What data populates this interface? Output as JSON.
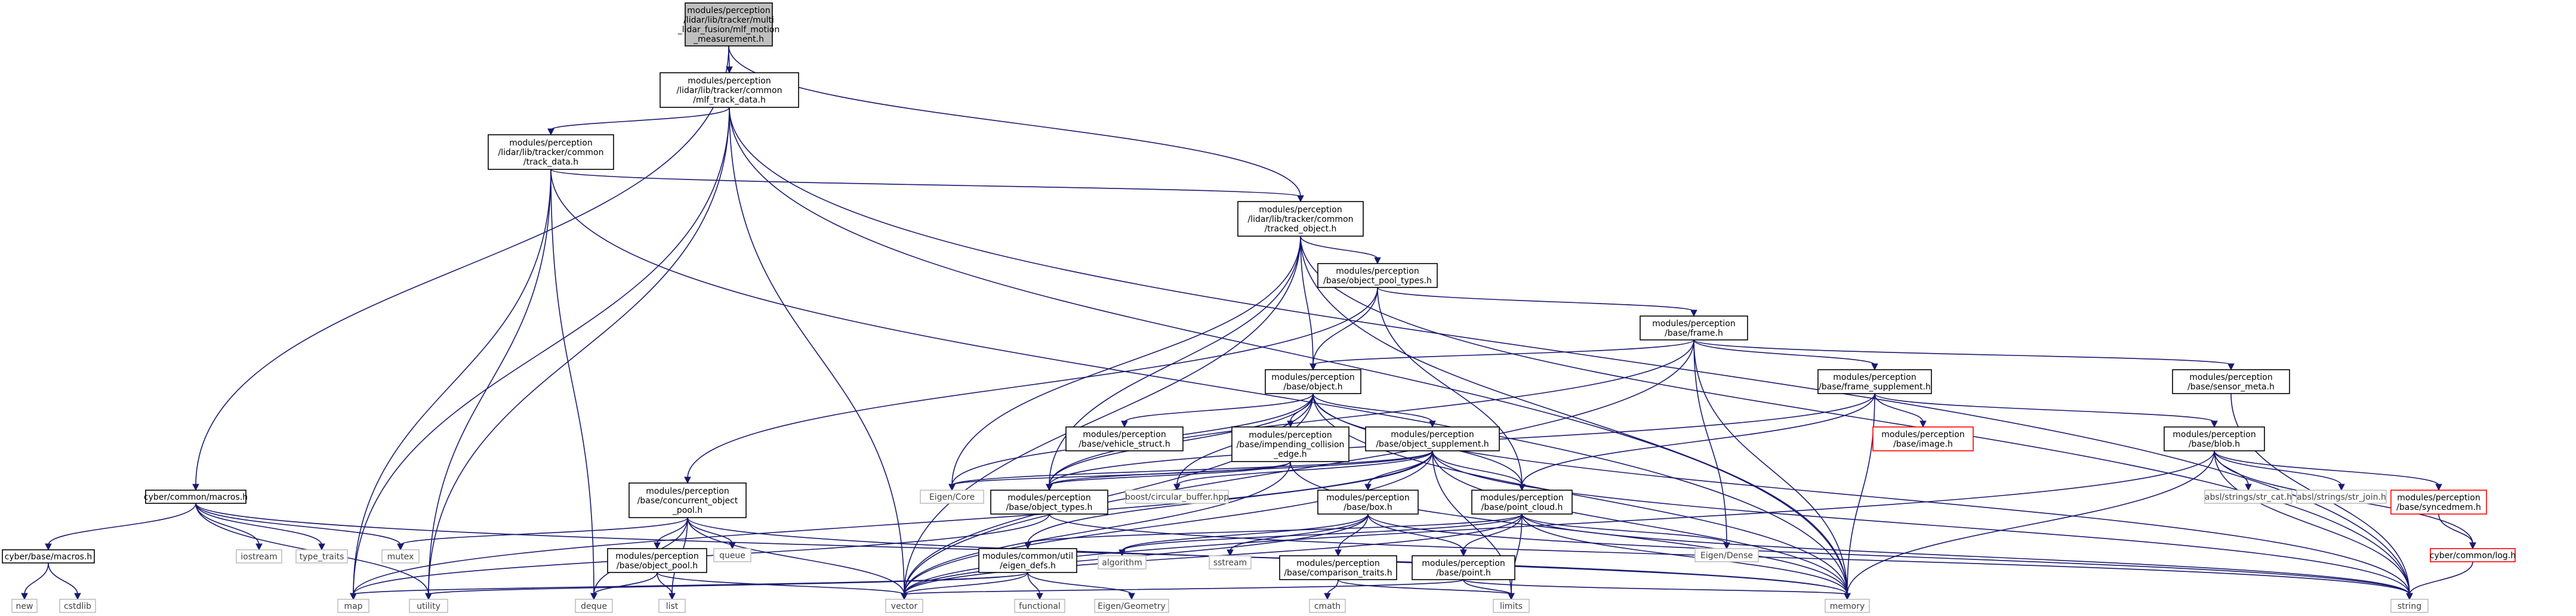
{
  "colors": {
    "edge": "#191970",
    "node_border": "#000000",
    "leaf_border": "#bfbfbf",
    "missing_border": "#ff0000",
    "root_fill": "#bfbfbf",
    "node_fill": "#ffffff",
    "text": "#000000",
    "leaf_text": "#404040"
  },
  "nodes": [
    {
      "id": "root",
      "kind": "root",
      "lines": [
        "modules/perception",
        "/lidar/lib/tracker/multi",
        "_lidar_fusion/mlf_motion",
        "_measurement.h"
      ]
    },
    {
      "id": "mlf_track_data",
      "kind": "file",
      "lines": [
        "modules/perception",
        "/lidar/lib/tracker/common",
        "/mlf_track_data.h"
      ]
    },
    {
      "id": "track_data",
      "kind": "file",
      "lines": [
        "modules/perception",
        "/lidar/lib/tracker/common",
        "/track_data.h"
      ]
    },
    {
      "id": "tracked_object",
      "kind": "file",
      "lines": [
        "modules/perception",
        "/lidar/lib/tracker/common",
        "/tracked_object.h"
      ]
    },
    {
      "id": "cyber_macros",
      "kind": "file",
      "lines": [
        "cyber/common/macros.h"
      ]
    },
    {
      "id": "cyber_base_macros",
      "kind": "file",
      "lines": [
        "cyber/base/macros.h"
      ]
    },
    {
      "id": "object_pool_types",
      "kind": "file",
      "lines": [
        "modules/perception",
        "/base/object_pool_types.h"
      ]
    },
    {
      "id": "frame",
      "kind": "file",
      "lines": [
        "modules/perception",
        "/base/frame.h"
      ]
    },
    {
      "id": "object",
      "kind": "file",
      "lines": [
        "modules/perception",
        "/base/object.h"
      ]
    },
    {
      "id": "frame_supplement",
      "kind": "file",
      "lines": [
        "modules/perception",
        "/base/frame_supplement.h"
      ]
    },
    {
      "id": "sensor_meta",
      "kind": "file",
      "lines": [
        "modules/perception",
        "/base/sensor_meta.h"
      ]
    },
    {
      "id": "vehicle_struct",
      "kind": "file",
      "lines": [
        "modules/perception",
        "/base/vehicle_struct.h"
      ]
    },
    {
      "id": "impending_collision_edge",
      "kind": "file",
      "lines": [
        "modules/perception",
        "/base/impending_collision",
        "_edge.h"
      ]
    },
    {
      "id": "object_supplement",
      "kind": "file",
      "lines": [
        "modules/perception",
        "/base/object_supplement.h"
      ]
    },
    {
      "id": "image",
      "kind": "missing",
      "lines": [
        "modules/perception",
        "/base/image.h"
      ]
    },
    {
      "id": "blob",
      "kind": "file",
      "lines": [
        "modules/perception",
        "/base/blob.h"
      ]
    },
    {
      "id": "concurrent_object_pool",
      "kind": "file",
      "lines": [
        "modules/perception",
        "/base/concurrent_object",
        "_pool.h"
      ]
    },
    {
      "id": "object_types",
      "kind": "file",
      "lines": [
        "modules/perception",
        "/base/object_types.h"
      ]
    },
    {
      "id": "eigen_core",
      "kind": "leaf",
      "lines": [
        "Eigen/Core"
      ]
    },
    {
      "id": "circular_buffer",
      "kind": "leaf",
      "lines": [
        "boost/circular_buffer.hpp"
      ]
    },
    {
      "id": "box",
      "kind": "file",
      "lines": [
        "modules/perception",
        "/base/box.h"
      ]
    },
    {
      "id": "point_cloud",
      "kind": "file",
      "lines": [
        "modules/perception",
        "/base/point_cloud.h"
      ]
    },
    {
      "id": "str_cat",
      "kind": "leaf",
      "lines": [
        "absl/strings/str_cat.h"
      ]
    },
    {
      "id": "str_join",
      "kind": "leaf",
      "lines": [
        "absl/strings/str_join.h"
      ]
    },
    {
      "id": "syncedmem",
      "kind": "missing",
      "lines": [
        "modules/perception",
        "/base/syncedmem.h"
      ]
    },
    {
      "id": "log",
      "kind": "missing",
      "lines": [
        "cyber/common/log.h"
      ]
    },
    {
      "id": "object_pool",
      "kind": "file",
      "lines": [
        "modules/perception",
        "/base/object_pool.h"
      ]
    },
    {
      "id": "eigen_defs",
      "kind": "file",
      "lines": [
        "modules/common/util",
        "/eigen_defs.h"
      ]
    },
    {
      "id": "comparison_traits",
      "kind": "file",
      "lines": [
        "modules/perception",
        "/base/comparison_traits.h"
      ]
    },
    {
      "id": "point",
      "kind": "file",
      "lines": [
        "modules/perception",
        "/base/point.h"
      ]
    },
    {
      "id": "eigen_dense",
      "kind": "leaf",
      "lines": [
        "Eigen/Dense"
      ]
    },
    {
      "id": "new",
      "kind": "leaf",
      "lines": [
        "new"
      ]
    },
    {
      "id": "cstdlib",
      "kind": "leaf",
      "lines": [
        "cstdlib"
      ]
    },
    {
      "id": "iostream",
      "kind": "leaf",
      "lines": [
        "iostream"
      ]
    },
    {
      "id": "type_traits",
      "kind": "leaf",
      "lines": [
        "type_traits"
      ]
    },
    {
      "id": "mutex",
      "kind": "leaf",
      "lines": [
        "mutex"
      ]
    },
    {
      "id": "queue",
      "kind": "leaf",
      "lines": [
        "queue"
      ]
    },
    {
      "id": "algorithm",
      "kind": "leaf",
      "lines": [
        "algorithm"
      ]
    },
    {
      "id": "sstream",
      "kind": "leaf",
      "lines": [
        "sstream"
      ]
    },
    {
      "id": "map",
      "kind": "leaf",
      "lines": [
        "map"
      ]
    },
    {
      "id": "utility",
      "kind": "leaf",
      "lines": [
        "utility"
      ]
    },
    {
      "id": "deque",
      "kind": "leaf",
      "lines": [
        "deque"
      ]
    },
    {
      "id": "list",
      "kind": "leaf",
      "lines": [
        "list"
      ]
    },
    {
      "id": "vector",
      "kind": "leaf",
      "lines": [
        "vector"
      ]
    },
    {
      "id": "functional",
      "kind": "leaf",
      "lines": [
        "functional"
      ]
    },
    {
      "id": "eigen_geometry",
      "kind": "leaf",
      "lines": [
        "Eigen/Geometry"
      ]
    },
    {
      "id": "cmath",
      "kind": "leaf",
      "lines": [
        "cmath"
      ]
    },
    {
      "id": "limits",
      "kind": "leaf",
      "lines": [
        "limits"
      ]
    },
    {
      "id": "memory",
      "kind": "leaf",
      "lines": [
        "memory"
      ]
    },
    {
      "id": "string",
      "kind": "leaf",
      "lines": [
        "string"
      ]
    }
  ],
  "edges": [
    [
      "root",
      "mlf_track_data"
    ],
    [
      "root",
      "tracked_object"
    ],
    [
      "root",
      "cyber_macros"
    ],
    [
      "mlf_track_data",
      "track_data"
    ],
    [
      "mlf_track_data",
      "map"
    ],
    [
      "mlf_track_data",
      "utility"
    ],
    [
      "mlf_track_data",
      "vector"
    ],
    [
      "mlf_track_data",
      "memory"
    ],
    [
      "mlf_track_data",
      "string"
    ],
    [
      "track_data",
      "tracked_object"
    ],
    [
      "track_data",
      "map"
    ],
    [
      "track_data",
      "utility"
    ],
    [
      "track_data",
      "deque"
    ],
    [
      "track_data",
      "memory"
    ],
    [
      "tracked_object",
      "object_pool_types"
    ],
    [
      "tracked_object",
      "object"
    ],
    [
      "tracked_object",
      "object_types"
    ],
    [
      "tracked_object",
      "eigen_core"
    ],
    [
      "tracked_object",
      "vector"
    ],
    [
      "tracked_object",
      "memory"
    ],
    [
      "tracked_object",
      "string"
    ],
    [
      "object_pool_types",
      "frame"
    ],
    [
      "object_pool_types",
      "object"
    ],
    [
      "object_pool_types",
      "concurrent_object_pool"
    ],
    [
      "object_pool_types",
      "point_cloud"
    ],
    [
      "frame",
      "object"
    ],
    [
      "frame",
      "frame_supplement"
    ],
    [
      "frame",
      "sensor_meta"
    ],
    [
      "frame",
      "object_types"
    ],
    [
      "frame",
      "eigen_dense"
    ],
    [
      "frame",
      "vector"
    ],
    [
      "frame",
      "memory"
    ],
    [
      "object",
      "vehicle_struct"
    ],
    [
      "object",
      "impending_collision_edge"
    ],
    [
      "object",
      "object_supplement"
    ],
    [
      "object",
      "object_types"
    ],
    [
      "object",
      "eigen_core"
    ],
    [
      "object",
      "circular_buffer"
    ],
    [
      "object",
      "point_cloud"
    ],
    [
      "object",
      "vector"
    ],
    [
      "object",
      "memory"
    ],
    [
      "object",
      "string"
    ],
    [
      "frame_supplement",
      "image"
    ],
    [
      "frame_supplement",
      "blob"
    ],
    [
      "frame_supplement",
      "object_types"
    ],
    [
      "frame_supplement",
      "point_cloud"
    ],
    [
      "frame_supplement",
      "memory"
    ],
    [
      "sensor_meta",
      "string"
    ],
    [
      "impending_collision_edge",
      "object_types"
    ],
    [
      "impending_collision_edge",
      "eigen_core"
    ],
    [
      "impending_collision_edge",
      "vector"
    ],
    [
      "impending_collision_edge",
      "memory"
    ],
    [
      "object_supplement",
      "object_types"
    ],
    [
      "object_supplement",
      "box"
    ],
    [
      "object_supplement",
      "point_cloud"
    ],
    [
      "object_supplement",
      "circular_buffer"
    ],
    [
      "object_supplement",
      "eigen_core"
    ],
    [
      "object_supplement",
      "eigen_defs"
    ],
    [
      "object_supplement",
      "vector"
    ],
    [
      "object_supplement",
      "memory"
    ],
    [
      "object_supplement",
      "string"
    ],
    [
      "object_supplement",
      "limits"
    ],
    [
      "object_supplement",
      "map"
    ],
    [
      "blob",
      "str_cat"
    ],
    [
      "blob",
      "str_join"
    ],
    [
      "blob",
      "syncedmem"
    ],
    [
      "blob",
      "log"
    ],
    [
      "blob",
      "vector"
    ],
    [
      "blob",
      "memory"
    ],
    [
      "blob",
      "string"
    ],
    [
      "syncedmem",
      "log"
    ],
    [
      "log",
      "string"
    ],
    [
      "cyber_macros",
      "cyber_base_macros"
    ],
    [
      "cyber_macros",
      "iostream"
    ],
    [
      "cyber_macros",
      "type_traits"
    ],
    [
      "cyber_macros",
      "mutex"
    ],
    [
      "cyber_macros",
      "utility"
    ],
    [
      "cyber_macros",
      "memory"
    ],
    [
      "cyber_base_macros",
      "new"
    ],
    [
      "cyber_base_macros",
      "cstdlib"
    ],
    [
      "concurrent_object_pool",
      "object_pool"
    ],
    [
      "concurrent_object_pool",
      "queue"
    ],
    [
      "concurrent_object_pool",
      "mutex"
    ],
    [
      "concurrent_object_pool",
      "deque"
    ],
    [
      "concurrent_object_pool",
      "list"
    ],
    [
      "concurrent_object_pool",
      "vector"
    ],
    [
      "concurrent_object_pool",
      "memory"
    ],
    [
      "object_pool",
      "deque"
    ],
    [
      "object_pool",
      "list"
    ],
    [
      "object_pool",
      "vector"
    ],
    [
      "object_types",
      "string"
    ],
    [
      "object_types",
      "map"
    ],
    [
      "box",
      "comparison_traits"
    ],
    [
      "box",
      "point"
    ],
    [
      "box",
      "algorithm"
    ],
    [
      "box",
      "sstream"
    ],
    [
      "box",
      "vector"
    ],
    [
      "box",
      "string"
    ],
    [
      "point_cloud",
      "point"
    ],
    [
      "point_cloud",
      "eigen_defs"
    ],
    [
      "point_cloud",
      "eigen_dense"
    ],
    [
      "point_cloud",
      "vector"
    ],
    [
      "point_cloud",
      "memory"
    ],
    [
      "point_cloud",
      "limits"
    ],
    [
      "point_cloud",
      "string"
    ],
    [
      "point_cloud",
      "algorithm"
    ],
    [
      "eigen_defs",
      "map"
    ],
    [
      "eigen_defs",
      "utility"
    ],
    [
      "eigen_defs",
      "vector"
    ],
    [
      "eigen_defs",
      "functional"
    ],
    [
      "eigen_defs",
      "eigen_geometry"
    ],
    [
      "comparison_traits",
      "cmath"
    ],
    [
      "comparison_traits",
      "limits"
    ],
    [
      "point",
      "vector"
    ],
    [
      "point",
      "memory"
    ],
    [
      "point",
      "limits"
    ]
  ]
}
